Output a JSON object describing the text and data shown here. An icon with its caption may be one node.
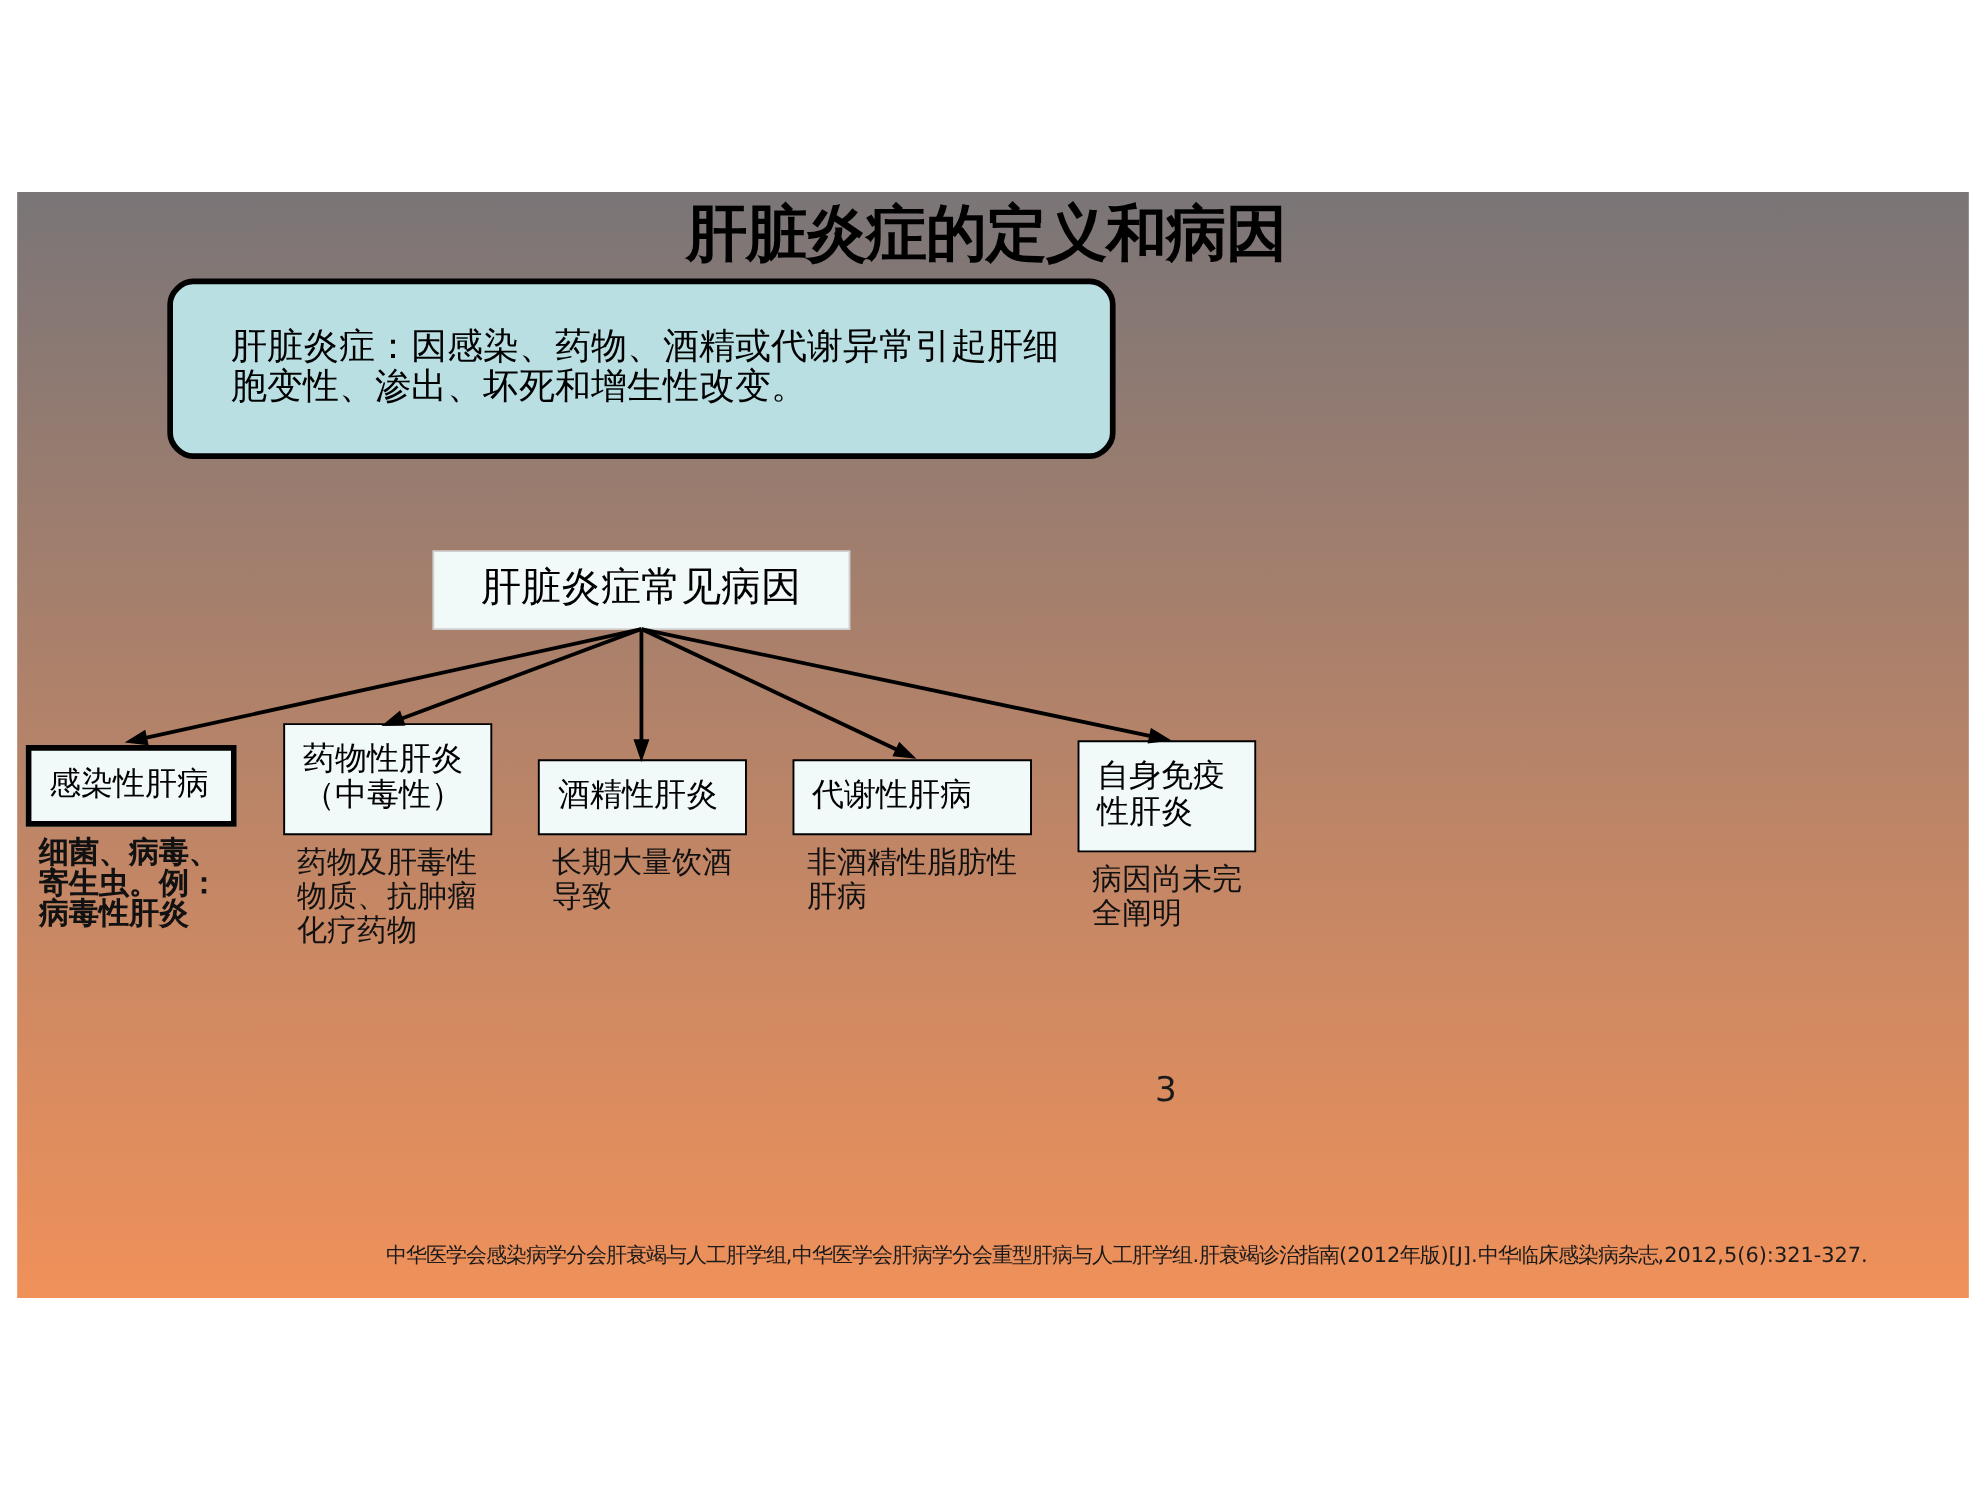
{
  "diagram": {
    "title": "肝脏炎症的定义和病因",
    "nodes": [
      {
        "text": [
          "肝脏炎症：因感染、药物、酒精或代谢异常引起肝细胞变性、渗出、坏死和增生性改变。"
        ]
      },
      {
        "text": [
          "肝脏炎症常见病因"
        ]
      },
      {
        "text": [
          "感染性肝病"
        ],
        "beside": [
          "细菌、病毒、寄生虫。例：病毒性肝炎"
        ]
      },
      {
        "text": [
          "药物性肝炎（中毒性）"
        ],
        "beside": [
          "药物及肝毒性物质、抗肿瘤化疗药物"
        ]
      },
      {
        "text": [
          "酒精性肝炎"
        ],
        "beside": [
          "长期大量饮酒导致"
        ]
      },
      {
        "text": [
          "代谢性肝病"
        ],
        "beside": [
          "非酒精性脂肪性肝病"
        ]
      },
      {
        "text": [
          "自身免疫性肝炎"
        ],
        "beside": [
          "病因尚未完全阐明"
        ]
      }
    ],
    "edges": [
      {
        "from": 1,
        "to": 2,
        "arrow": "to"
      },
      {
        "from": 1,
        "to": 3,
        "arrow": "to"
      },
      {
        "from": 1,
        "to": 4,
        "arrow": "to"
      },
      {
        "from": 1,
        "to": 5,
        "arrow": "to"
      },
      {
        "from": 1,
        "to": 6,
        "arrow": "to"
      }
    ],
    "labels": [
      "3",
      "中华医学会感染病学分会肝衰竭与人工肝学组,中华医学会肝病学分会重型肝病与人工肝学组.肝衰竭诊治指南(2012年版)[J].中华临床感染病杂志,2012,5(6):321-327."
    ]
  }
}
